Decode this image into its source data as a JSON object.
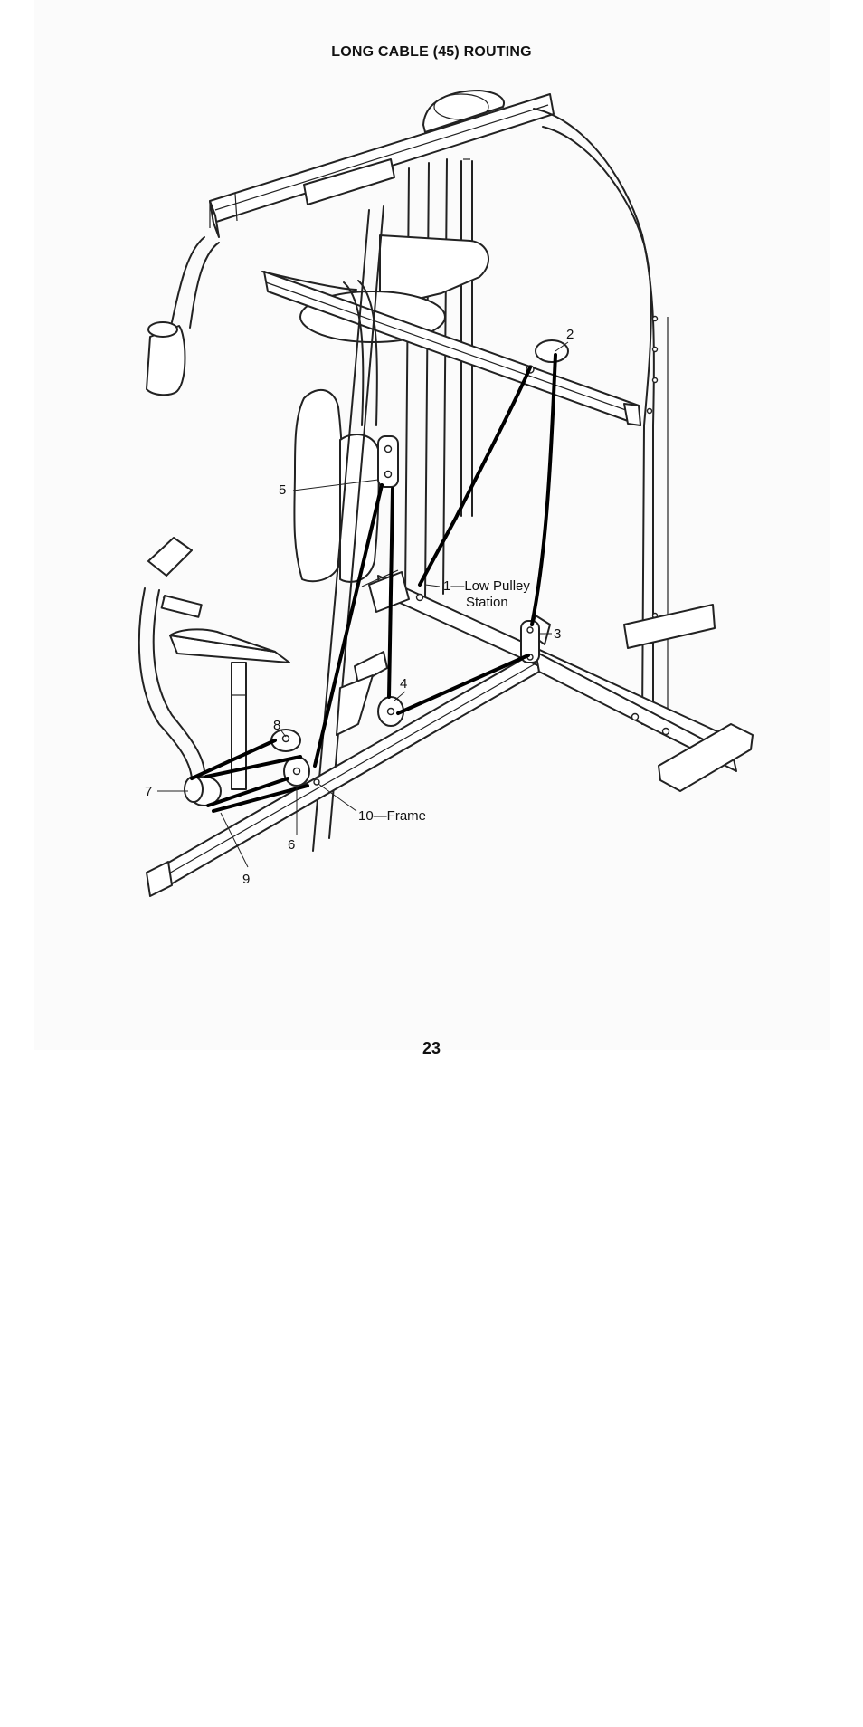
{
  "title": "LONG CABLE (45) ROUTING",
  "page_number": "23",
  "callouts": [
    {
      "id": "1",
      "line1": "1—Low Pulley",
      "line2": "Station"
    },
    {
      "id": "2",
      "line1": "2"
    },
    {
      "id": "3",
      "line1": "3"
    },
    {
      "id": "4",
      "line1": "4"
    },
    {
      "id": "5",
      "line1": "5"
    },
    {
      "id": "6",
      "line1": "6"
    },
    {
      "id": "7",
      "line1": "7"
    },
    {
      "id": "8",
      "line1": "8"
    },
    {
      "id": "9",
      "line1": "9"
    },
    {
      "id": "10",
      "line1": "10—Frame"
    }
  ]
}
